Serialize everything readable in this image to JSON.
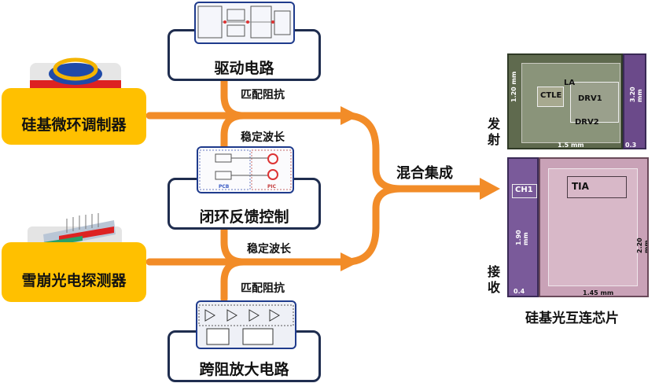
{
  "boxes": {
    "driver": "驱动电路",
    "feedback": "闭环反馈控制",
    "tia": "跨阻放大电路"
  },
  "devices": {
    "modulator": "硅基微环调制器",
    "detector": "雪崩光电探测器"
  },
  "flow_labels": {
    "match_impedance_top": "匹配阻抗",
    "stabilize_wavelength_top": "稳定波长",
    "stabilize_wavelength_bottom": "稳定波长",
    "match_impedance_bottom": "匹配阻抗",
    "hybrid_integration": "混合集成"
  },
  "chip": {
    "caption": "硅基光互连芯片",
    "tx_label": [
      "发",
      "射"
    ],
    "rx_label": [
      "接",
      "收"
    ],
    "tx_blocks": [
      "LA",
      "CTLE",
      "DRV1",
      "DRV2"
    ],
    "rx_blocks": [
      "CH1",
      "TIA"
    ],
    "tx_dims": [
      "1.20 mm",
      "1.5 mm",
      "3.20 mm",
      "0.3 mm"
    ],
    "rx_dims": [
      "1.90 mm",
      "2.20 mm",
      "0.4 mm",
      "1.45 mm"
    ]
  },
  "feedback_thumb": {
    "pcb": "PCB",
    "pic": "PIC"
  },
  "colors": {
    "arrow": "#f28c28",
    "yellow": "#ffc000",
    "box_border": "#1f2d4f"
  }
}
